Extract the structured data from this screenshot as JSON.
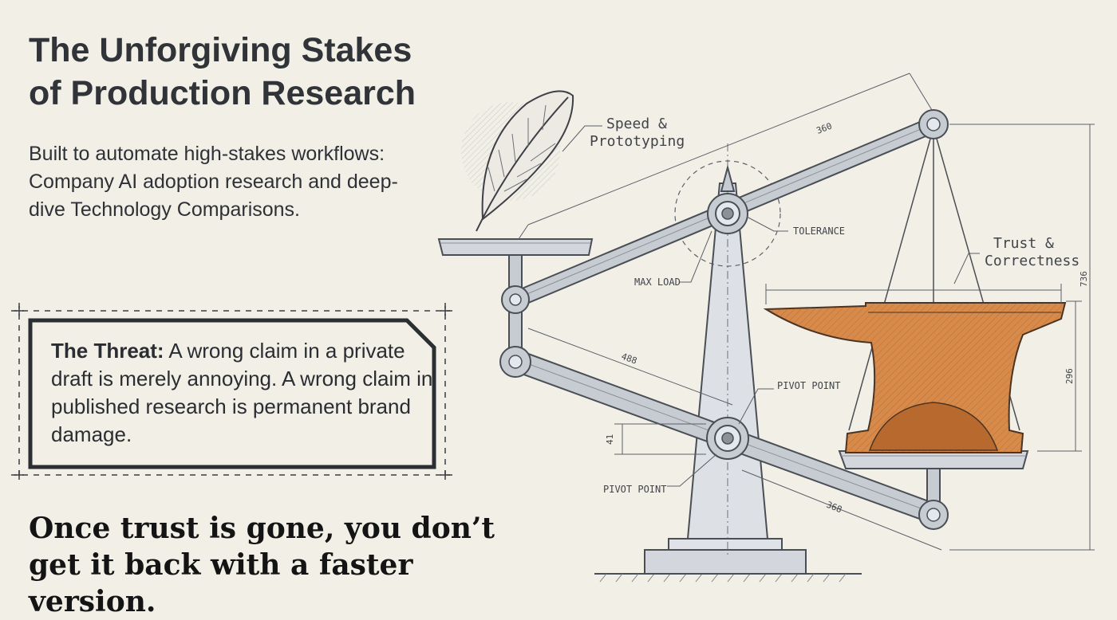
{
  "header": {
    "title_line1": "The Unforgiving Stakes",
    "title_line2": "of Production Research",
    "subtitle": "Built to automate high-stakes workflows: Company AI adoption research and deep-dive Technology Comparisons."
  },
  "threat": {
    "label": "The Threat:",
    "text": " A wrong claim in a private draft is merely annoying. A wrong claim in published research is permanent brand damage."
  },
  "closing": {
    "line1": "Once trust is gone, you don’t",
    "line2": "get it back with a faster version."
  },
  "diagram": {
    "feather_label_line1": "Speed &",
    "feather_label_line2": "Prototyping",
    "anvil_label_line1": "Trust &",
    "anvil_label_line2": "Correctness",
    "tolerance_label": "TOLERANCE",
    "max_load_label": "MAX LOAD",
    "pivot_label_upper": "PIVOT POINT",
    "pivot_label_lower": "PIVOT POINT",
    "dimensions": {
      "top_beam": "360",
      "lower_arm": "488",
      "bottom_beam": "368",
      "vertical_total": "736",
      "anvil_height": "296",
      "offset": "41"
    },
    "colors": {
      "line": "#4a4e55",
      "metal": "#c7ccd3",
      "anvil": "#d88a4a",
      "anvil_dark": "#b86a2e"
    }
  }
}
